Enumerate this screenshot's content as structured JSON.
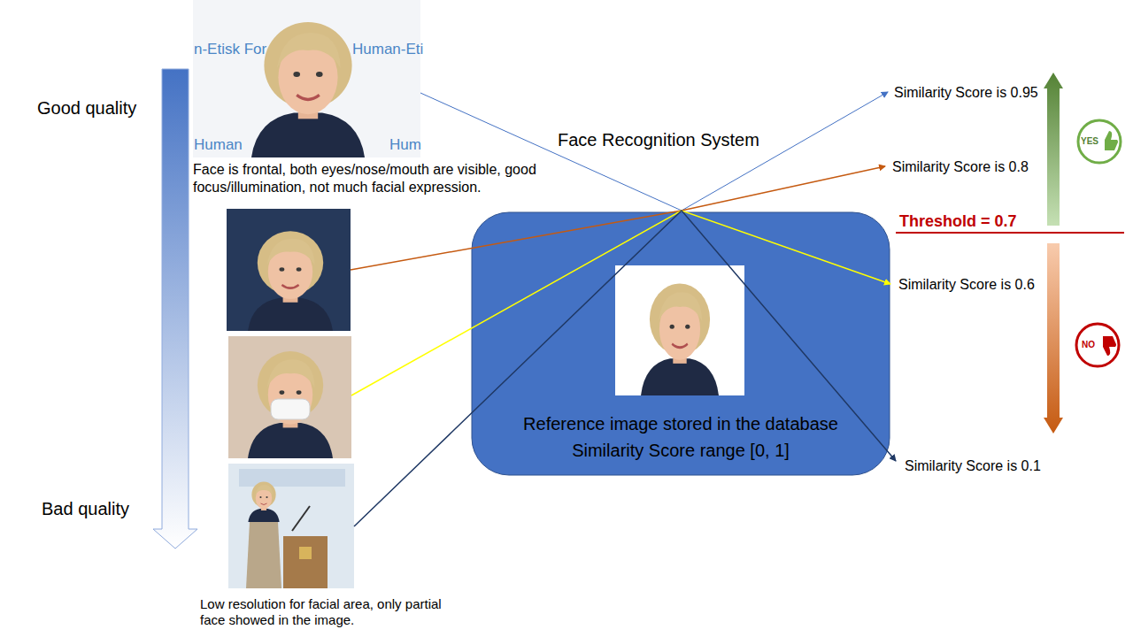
{
  "diagram": {
    "nodes": [
      {
        "text": [
          "Face is frontal, both eyes/nose/mouth are visible, good focus/illumination, not much facial expression."
        ]
      },
      {
        "text": [
          "Reference image stored in the database",
          "Similarity Score range [0, 1]"
        ]
      },
      {
        "text": [
          "Low resolution for facial area, only partial face showed in the image."
        ]
      }
    ],
    "labels": [
      "Good quality",
      "Bad quality",
      "Face Recognition System",
      "Similarity Score is 0.95",
      "Similarity Score is 0.8",
      "Threshold = 0.7",
      "Similarity Score is 0.6",
      "Similarity Score is 0.1",
      "YES",
      "NO",
      "n-Etisk For",
      "Human-Eti",
      "Human",
      "Hum"
    ]
  }
}
